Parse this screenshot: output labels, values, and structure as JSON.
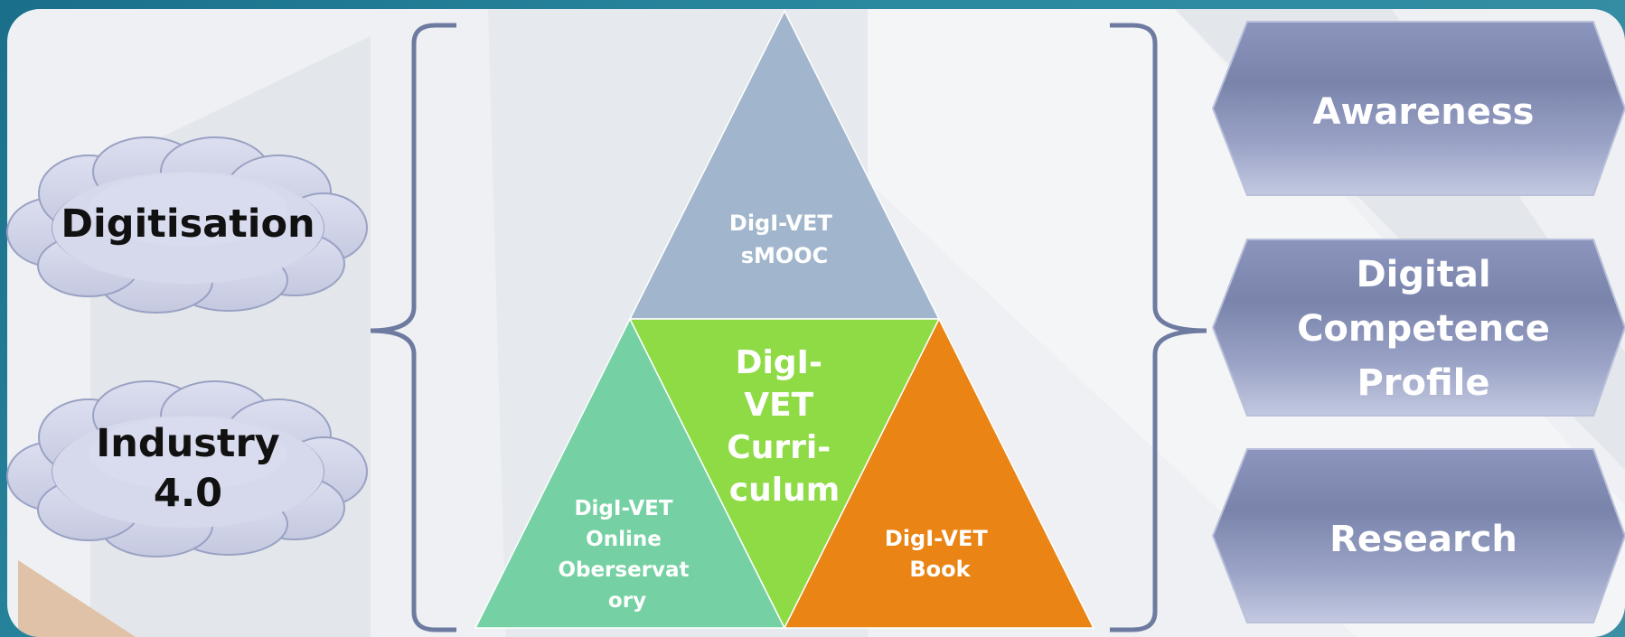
{
  "clouds": [
    {
      "id": "digitisation",
      "lines": [
        "Digitisation"
      ]
    },
    {
      "id": "industry",
      "lines": [
        "Industry",
        "4.0"
      ]
    }
  ],
  "pyramid": {
    "top": {
      "lines": [
        "DigI-VET",
        "sMOOC"
      ],
      "color": "#a1b6cc"
    },
    "center": {
      "lines": [
        "DigI-",
        "VET",
        "Curri-",
        "culum"
      ],
      "color": "#8fdb46"
    },
    "left": {
      "lines": [
        "DigI-VET",
        "Online",
        "Oberservat",
        "ory"
      ],
      "color": "#75d1a3"
    },
    "right": {
      "lines": [
        "DigI-VET",
        "Book"
      ],
      "color": "#e98415"
    }
  },
  "outcomes": [
    {
      "id": "awareness",
      "lines": [
        "Awareness"
      ]
    },
    {
      "id": "digital-competence-profile",
      "lines": [
        "Digital",
        "Competence",
        "Profile"
      ]
    },
    {
      "id": "research",
      "lines": [
        "Research"
      ]
    }
  ],
  "colors": {
    "background": "#1f7a92",
    "panel": "#eef0f3",
    "bracket": "#6e7ba0",
    "hexagon_top": "#b8c0d8",
    "hexagon_mid": "#7e87ae",
    "cloud_fill": "#d3d6e8",
    "cloud_stroke": "#9aa2c4"
  }
}
